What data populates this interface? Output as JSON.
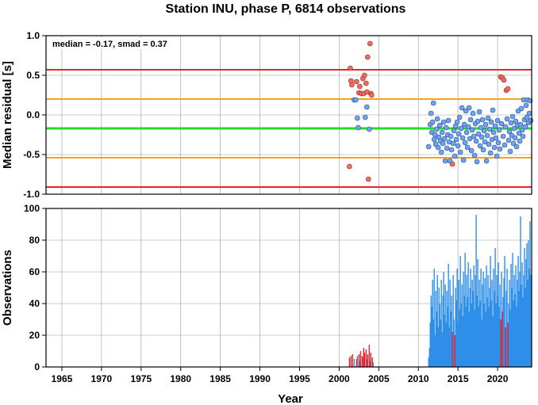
{
  "chart_data": {
    "type": "scatter+bar",
    "title": "Station INU, phase P, 6814 observations",
    "annotation": "median = -0.17, smad = 0.37",
    "xlabel": "Year",
    "xlim": [
      1963,
      2024.3
    ],
    "xticks": [
      "1965",
      "1970",
      "1975",
      "1980",
      "1985",
      "1990",
      "1995",
      "2000",
      "2005",
      "2010",
      "2015",
      "2020"
    ],
    "top_panel": {
      "ylabel": "Median residual [s]",
      "ylim": [
        -1.0,
        1.0
      ],
      "yticks": [
        "1.0",
        "0.5",
        "0.0",
        "-0.5",
        "-1.0"
      ],
      "lines": [
        {
          "y": 0.57,
          "color": "#e8252a"
        },
        {
          "y": 0.2,
          "color": "#f6a31b"
        },
        {
          "y": -0.17,
          "color": "#22dd22"
        },
        {
          "y": -0.54,
          "color": "#f6a31b"
        },
        {
          "y": -0.91,
          "color": "#e8252a"
        }
      ],
      "outlier_color": "#f26b5e",
      "normal_color": "#6fa3f0",
      "outliers": [
        [
          2001.3,
          -0.65
        ],
        [
          2001.4,
          0.59
        ],
        [
          2001.5,
          0.43
        ],
        [
          2001.6,
          0.38
        ],
        [
          2002.2,
          0.42
        ],
        [
          2002.5,
          0.28
        ],
        [
          2002.6,
          0.36
        ],
        [
          2002.8,
          0.27
        ],
        [
          2003.0,
          0.46
        ],
        [
          2003.1,
          0.27
        ],
        [
          2003.2,
          0.5
        ],
        [
          2003.4,
          0.4
        ],
        [
          2003.5,
          0.29
        ],
        [
          2003.6,
          0.73
        ],
        [
          2003.7,
          -0.81
        ],
        [
          2003.9,
          0.9
        ],
        [
          2004.0,
          0.27
        ],
        [
          2004.1,
          0.25
        ],
        [
          2014.3,
          -0.62
        ],
        [
          2020.4,
          0.48
        ],
        [
          2020.6,
          0.47
        ],
        [
          2020.8,
          0.44
        ],
        [
          2021.1,
          0.31
        ],
        [
          2021.3,
          0.33
        ]
      ],
      "points": [
        [
          2001.9,
          0.19
        ],
        [
          2002.1,
          0.19
        ],
        [
          2002.3,
          -0.04
        ],
        [
          2002.4,
          -0.16
        ],
        [
          2003.3,
          -0.03
        ],
        [
          2003.5,
          0.1
        ],
        [
          2003.8,
          -0.18
        ],
        [
          2011.3,
          -0.4
        ],
        [
          2011.5,
          -0.12
        ],
        [
          2011.6,
          0.02
        ],
        [
          2011.7,
          -0.22
        ],
        [
          2011.8,
          -0.09
        ],
        [
          2011.9,
          0.15
        ],
        [
          2012.0,
          -0.31
        ],
        [
          2012.1,
          -0.25
        ],
        [
          2012.2,
          -0.37
        ],
        [
          2012.3,
          -0.18
        ],
        [
          2012.4,
          -0.05
        ],
        [
          2012.5,
          -0.41
        ],
        [
          2012.6,
          -0.28
        ],
        [
          2012.7,
          -0.13
        ],
        [
          2012.8,
          -0.33
        ],
        [
          2012.9,
          -0.47
        ],
        [
          2013.0,
          -0.22
        ],
        [
          2013.1,
          -0.36
        ],
        [
          2013.2,
          -0.09
        ],
        [
          2013.3,
          -0.3
        ],
        [
          2013.4,
          -0.58
        ],
        [
          2013.5,
          -0.16
        ],
        [
          2013.6,
          -0.42
        ],
        [
          2013.7,
          -0.25
        ],
        [
          2013.8,
          -0.07
        ],
        [
          2013.9,
          -0.34
        ],
        [
          2014.0,
          -0.58
        ],
        [
          2014.1,
          -0.27
        ],
        [
          2014.2,
          -0.44
        ],
        [
          2014.4,
          -0.36
        ],
        [
          2014.5,
          -0.2
        ],
        [
          2014.6,
          -0.52
        ],
        [
          2014.7,
          -0.14
        ],
        [
          2014.8,
          -0.31
        ],
        [
          2014.9,
          -0.09
        ],
        [
          2015.0,
          -0.39
        ],
        [
          2015.1,
          -0.24
        ],
        [
          2015.2,
          -0.03
        ],
        [
          2015.3,
          -0.47
        ],
        [
          2015.4,
          -0.17
        ],
        [
          2015.5,
          0.09
        ],
        [
          2015.6,
          -0.29
        ],
        [
          2015.7,
          -0.57
        ],
        [
          2015.8,
          -0.12
        ],
        [
          2015.9,
          -0.35
        ],
        [
          2016.0,
          0.05
        ],
        [
          2016.1,
          -0.22
        ],
        [
          2016.2,
          -0.41
        ],
        [
          2016.3,
          -0.15
        ],
        [
          2016.4,
          0.09
        ],
        [
          2016.5,
          -0.3
        ],
        [
          2016.6,
          -0.06
        ],
        [
          2016.7,
          -0.45
        ],
        [
          2016.8,
          -0.19
        ],
        [
          2016.9,
          0.02
        ],
        [
          2017.0,
          -0.27
        ],
        [
          2017.1,
          -0.51
        ],
        [
          2017.2,
          -0.11
        ],
        [
          2017.3,
          -0.33
        ],
        [
          2017.4,
          -0.59
        ],
        [
          2017.5,
          -0.08
        ],
        [
          2017.6,
          -0.24
        ],
        [
          2017.7,
          0.04
        ],
        [
          2017.8,
          -0.39
        ],
        [
          2017.9,
          -0.16
        ],
        [
          2018.0,
          -0.28
        ],
        [
          2018.1,
          -0.06
        ],
        [
          2018.2,
          -0.44
        ],
        [
          2018.3,
          -0.2
        ],
        [
          2018.4,
          -0.34
        ],
        [
          2018.5,
          -0.12
        ],
        [
          2018.6,
          -0.58
        ],
        [
          2018.7,
          -0.26
        ],
        [
          2018.8,
          -0.04
        ],
        [
          2018.9,
          -0.37
        ],
        [
          2019.0,
          -0.18
        ],
        [
          2019.1,
          -0.48
        ],
        [
          2019.2,
          -0.09
        ],
        [
          2019.3,
          -0.31
        ],
        [
          2019.4,
          0.06
        ],
        [
          2019.5,
          -0.22
        ],
        [
          2019.6,
          -0.41
        ],
        [
          2019.7,
          -0.14
        ],
        [
          2019.8,
          -0.29
        ],
        [
          2019.9,
          -0.52
        ],
        [
          2020.0,
          -0.07
        ],
        [
          2020.1,
          -0.35
        ],
        [
          2020.2,
          -0.19
        ],
        [
          2020.3,
          -0.43
        ],
        [
          2020.5,
          -0.11
        ],
        [
          2020.7,
          -0.27
        ],
        [
          2020.9,
          -0.38
        ],
        [
          2021.0,
          -0.15
        ],
        [
          2021.2,
          -0.05
        ],
        [
          2021.4,
          -0.32
        ],
        [
          2021.5,
          -0.21
        ],
        [
          2021.6,
          -0.46
        ],
        [
          2021.7,
          -0.1
        ],
        [
          2021.8,
          -0.26
        ],
        [
          2021.9,
          -0.02
        ],
        [
          2022.0,
          -0.36
        ],
        [
          2022.1,
          -0.17
        ],
        [
          2022.2,
          -0.29
        ],
        [
          2022.3,
          -0.08
        ],
        [
          2022.4,
          -0.4
        ],
        [
          2022.5,
          -0.13
        ],
        [
          2022.6,
          0.05
        ],
        [
          2022.7,
          -0.23
        ],
        [
          2022.8,
          -0.33
        ],
        [
          2022.9,
          -0.12
        ],
        [
          2023.0,
          0.08
        ],
        [
          2023.1,
          -0.19
        ],
        [
          2023.2,
          -0.27
        ],
        [
          2023.3,
          0.19
        ],
        [
          2023.4,
          -0.06
        ],
        [
          2023.5,
          -0.15
        ],
        [
          2023.6,
          0.12
        ],
        [
          2023.7,
          -0.03
        ],
        [
          2023.8,
          0.19
        ],
        [
          2023.9,
          -0.1
        ],
        [
          2024.0,
          0.02
        ],
        [
          2024.1,
          0.18
        ],
        [
          2024.2,
          -0.07
        ]
      ]
    },
    "bottom_panel": {
      "ylabel": "Observations",
      "ylim": [
        0,
        100
      ],
      "yticks": [
        "100",
        "80",
        "60",
        "40",
        "20",
        "0"
      ],
      "bar_color": "#2f8fe8",
      "outlier_bar_color": "#e8252a",
      "outlier_bars": [
        [
          2001.3,
          6
        ],
        [
          2001.5,
          7
        ],
        [
          2001.7,
          8
        ],
        [
          2002.2,
          5
        ],
        [
          2002.5,
          8
        ],
        [
          2002.7,
          10
        ],
        [
          2002.9,
          7
        ],
        [
          2003.1,
          12
        ],
        [
          2003.2,
          9
        ],
        [
          2003.4,
          11
        ],
        [
          2003.6,
          8
        ],
        [
          2003.8,
          14
        ],
        [
          2004.0,
          9
        ],
        [
          2004.2,
          6
        ],
        [
          2014.3,
          22
        ],
        [
          2014.6,
          20
        ],
        [
          2020.4,
          30
        ],
        [
          2020.6,
          35
        ],
        [
          2021.0,
          25
        ],
        [
          2021.3,
          28
        ]
      ],
      "bars": [
        [
          2001.9,
          5
        ],
        [
          2002.3,
          7
        ],
        [
          2002.6,
          4
        ],
        [
          2003.0,
          6
        ],
        [
          2003.5,
          5
        ],
        [
          2003.9,
          4
        ],
        [
          2004.3,
          3
        ],
        [
          2011.3,
          6
        ],
        [
          2011.4,
          12
        ],
        [
          2011.5,
          28
        ],
        [
          2011.6,
          45
        ],
        [
          2011.7,
          38
        ],
        [
          2011.8,
          55
        ],
        [
          2011.9,
          30
        ],
        [
          2012.0,
          62
        ],
        [
          2012.1,
          20
        ],
        [
          2012.2,
          48
        ],
        [
          2012.3,
          35
        ],
        [
          2012.4,
          58
        ],
        [
          2012.5,
          25
        ],
        [
          2012.6,
          50
        ],
        [
          2012.7,
          40
        ],
        [
          2012.8,
          30
        ],
        [
          2012.9,
          55
        ],
        [
          2013.0,
          22
        ],
        [
          2013.1,
          45
        ],
        [
          2013.2,
          60
        ],
        [
          2013.3,
          33
        ],
        [
          2013.4,
          52
        ],
        [
          2013.5,
          28
        ],
        [
          2013.6,
          48
        ],
        [
          2013.7,
          38
        ],
        [
          2013.8,
          65
        ],
        [
          2013.9,
          25
        ],
        [
          2014.0,
          55
        ],
        [
          2014.1,
          35
        ],
        [
          2014.2,
          45
        ],
        [
          2014.4,
          58
        ],
        [
          2014.5,
          30
        ],
        [
          2014.7,
          50
        ],
        [
          2014.8,
          42
        ],
        [
          2014.9,
          62
        ],
        [
          2015.0,
          28
        ],
        [
          2015.1,
          55
        ],
        [
          2015.2,
          36
        ],
        [
          2015.3,
          70
        ],
        [
          2015.4,
          40
        ],
        [
          2015.5,
          52
        ],
        [
          2015.6,
          32
        ],
        [
          2015.7,
          60
        ],
        [
          2015.8,
          45
        ],
        [
          2015.9,
          72
        ],
        [
          2016.0,
          38
        ],
        [
          2016.1,
          58
        ],
        [
          2016.2,
          44
        ],
        [
          2016.3,
          66
        ],
        [
          2016.4,
          35
        ],
        [
          2016.5,
          50
        ],
        [
          2016.6,
          62
        ],
        [
          2016.7,
          40
        ],
        [
          2016.8,
          55
        ],
        [
          2016.9,
          48
        ],
        [
          2017.0,
          64
        ],
        [
          2017.1,
          36
        ],
        [
          2017.2,
          58
        ],
        [
          2017.3,
          96
        ],
        [
          2017.4,
          45
        ],
        [
          2017.5,
          68
        ],
        [
          2017.6,
          38
        ],
        [
          2017.7,
          55
        ],
        [
          2017.8,
          42
        ],
        [
          2017.9,
          62
        ],
        [
          2018.0,
          30
        ],
        [
          2018.1,
          52
        ],
        [
          2018.2,
          60
        ],
        [
          2018.3,
          40
        ],
        [
          2018.4,
          56
        ],
        [
          2018.5,
          35
        ],
        [
          2018.6,
          64
        ],
        [
          2018.7,
          44
        ],
        [
          2018.8,
          58
        ],
        [
          2018.9,
          38
        ],
        [
          2019.0,
          50
        ],
        [
          2019.1,
          70
        ],
        [
          2019.2,
          42
        ],
        [
          2019.3,
          55
        ],
        [
          2019.4,
          32
        ],
        [
          2019.5,
          62
        ],
        [
          2019.6,
          48
        ],
        [
          2019.7,
          75
        ],
        [
          2019.8,
          40
        ],
        [
          2019.9,
          58
        ],
        [
          2020.0,
          45
        ],
        [
          2020.1,
          66
        ],
        [
          2020.2,
          38
        ],
        [
          2020.3,
          52
        ],
        [
          2020.5,
          60
        ],
        [
          2020.7,
          44
        ],
        [
          2020.8,
          56
        ],
        [
          2020.9,
          70
        ],
        [
          2021.1,
          48
        ],
        [
          2021.2,
          62
        ],
        [
          2021.4,
          40
        ],
        [
          2021.5,
          55
        ],
        [
          2021.6,
          36
        ],
        [
          2021.7,
          65
        ],
        [
          2021.8,
          50
        ],
        [
          2021.9,
          72
        ],
        [
          2022.0,
          42
        ],
        [
          2022.1,
          58
        ],
        [
          2022.2,
          46
        ],
        [
          2022.3,
          64
        ],
        [
          2022.4,
          38
        ],
        [
          2022.5,
          55
        ],
        [
          2022.6,
          70
        ],
        [
          2022.7,
          48
        ],
        [
          2022.8,
          60
        ],
        [
          2022.9,
          95
        ],
        [
          2023.0,
          52
        ],
        [
          2023.1,
          66
        ],
        [
          2023.2,
          44
        ],
        [
          2023.3,
          58
        ],
        [
          2023.4,
          75
        ],
        [
          2023.5,
          50
        ],
        [
          2023.6,
          68
        ],
        [
          2023.7,
          78
        ],
        [
          2023.8,
          55
        ],
        [
          2023.9,
          80
        ],
        [
          2024.0,
          62
        ],
        [
          2024.1,
          92
        ],
        [
          2024.2,
          58
        ]
      ]
    }
  }
}
